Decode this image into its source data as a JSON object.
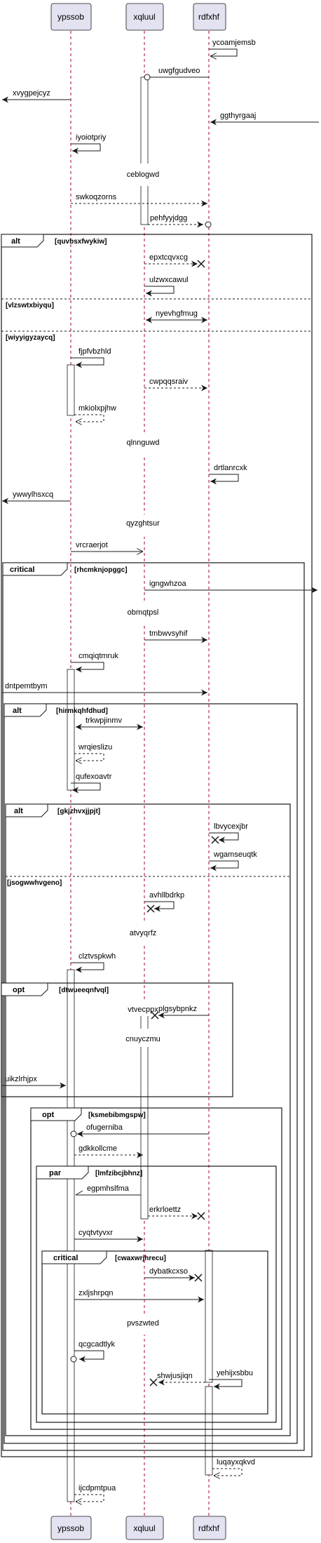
{
  "participants": [
    {
      "id": "ypssob",
      "label": "ypssob"
    },
    {
      "id": "xqluul",
      "label": "xqluul"
    },
    {
      "id": "rdfxhf",
      "label": "rdfxhf"
    }
  ],
  "colors": {
    "participant_fill": "#e2e2f0",
    "participant_border": "#181818",
    "lifeline": "#a80036"
  },
  "messages": [
    {
      "label": "ycoamjemsb",
      "from": "rdfxhf",
      "to": "rdfxhf",
      "kind": "self"
    },
    {
      "label": "uwgfgudveo",
      "from": "rdfxhf",
      "to": "xqluul",
      "kind": "solid",
      "end": "open-circle"
    },
    {
      "label": "xvygpejcyz",
      "from": "ypssob",
      "to": "left-edge",
      "kind": "solid"
    },
    {
      "label": "ggthyrgaaj",
      "from": "right-edge",
      "to": "rdfxhf",
      "kind": "solid"
    },
    {
      "label": "iyoiotpriy",
      "from": "ypssob",
      "to": "ypssob",
      "kind": "self"
    },
    {
      "label": "ceblogwd",
      "kind": "divider"
    },
    {
      "label": "swkoqzorns",
      "from": "ypssob",
      "to": "rdfxhf",
      "kind": "dashed"
    },
    {
      "label": "pehfyyjdgg",
      "from": "xqluul",
      "to": "rdfxhf",
      "kind": "dashed",
      "end": "open-circle"
    },
    {
      "label": "epxtcqvxcg",
      "from": "xqluul",
      "to": "rdfxhf",
      "kind": "dashed",
      "end": "lost"
    },
    {
      "label": "ulzwxcawul",
      "from": "xqluul",
      "to": "xqluul",
      "kind": "self"
    },
    {
      "label": "nyevhgfmug",
      "from": "xqluul",
      "to": "rdfxhf",
      "kind": "bidirectional"
    },
    {
      "label": "fjpfvbzhld",
      "from": "ypssob",
      "to": "ypssob",
      "kind": "self"
    },
    {
      "label": "cwpqqsraiv",
      "from": "xqluul",
      "to": "rdfxhf",
      "kind": "dashed"
    },
    {
      "label": "mkiolxpjhw",
      "from": "ypssob",
      "to": "ypssob",
      "kind": "self-dashed"
    },
    {
      "label": "qlnnguwd",
      "kind": "divider"
    },
    {
      "label": "drtlanrcxk",
      "from": "rdfxhf",
      "to": "rdfxhf",
      "kind": "self"
    },
    {
      "label": "ywwylhsxcq",
      "from": "ypssob",
      "to": "left-edge",
      "kind": "solid"
    },
    {
      "label": "qyzghtsur",
      "kind": "divider"
    },
    {
      "label": "vrcraerjot",
      "from": "ypssob",
      "to": "xqluul",
      "kind": "solid-open"
    },
    {
      "label": "igngwhzoa",
      "from": "xqluul",
      "to": "right-edge",
      "kind": "solid"
    },
    {
      "label": "obmqtpsl",
      "kind": "divider"
    },
    {
      "label": "tmbwvsyhif",
      "from": "xqluul",
      "to": "rdfxhf",
      "kind": "solid"
    },
    {
      "label": "cmqiqtmruk",
      "from": "ypssob",
      "to": "ypssob",
      "kind": "self"
    },
    {
      "label": "dntpemtbym",
      "from": "left-edge",
      "to": "rdfxhf",
      "kind": "solid"
    },
    {
      "label": "trkwpjinmv",
      "from": "ypssob",
      "to": "xqluul",
      "kind": "bidirectional"
    },
    {
      "label": "wrqieslizu",
      "from": "ypssob",
      "to": "ypssob",
      "kind": "self-dashed"
    },
    {
      "label": "qufexoavtr",
      "from": "ypssob",
      "to": "ypssob",
      "kind": "self"
    },
    {
      "label": "lbvycexjbr",
      "from": "rdfxhf",
      "to": "rdfxhf",
      "kind": "self-lost"
    },
    {
      "label": "wgamseuqtk",
      "from": "rdfxhf",
      "to": "rdfxhf",
      "kind": "self"
    },
    {
      "label": "avhllbdrkp",
      "from": "xqluul",
      "to": "xqluul",
      "kind": "self-lost"
    },
    {
      "label": "atvyqrfz",
      "kind": "divider"
    },
    {
      "label": "clztvspkwh",
      "from": "ypssob",
      "to": "ypssob",
      "kind": "self"
    },
    {
      "label": "vtvecppx",
      "kind": "divider"
    },
    {
      "label": "plgsybpnkz",
      "from": "rdfxhf",
      "to": "xqluul",
      "kind": "solid",
      "end": "lost"
    },
    {
      "label": "cnuyczmu",
      "kind": "divider"
    },
    {
      "label": "uikzlrhjpx",
      "from": "left-edge",
      "to": "ypssob",
      "kind": "solid"
    },
    {
      "label": "ofugerniba",
      "from": "rdfxhf",
      "to": "ypssob",
      "kind": "solid",
      "end": "open-circle"
    },
    {
      "label": "gdkkollcme",
      "from": "ypssob",
      "to": "xqluul",
      "kind": "dashed"
    },
    {
      "label": "egpmhslfma",
      "from": "xqluul",
      "to": "ypssob",
      "kind": "solid-half"
    },
    {
      "label": "erkrloettz",
      "from": "xqluul",
      "to": "rdfxhf",
      "kind": "dashed",
      "end": "lost"
    },
    {
      "label": "cyqtvtyvxr",
      "from": "ypssob",
      "to": "xqluul",
      "kind": "solid"
    },
    {
      "label": "dybatkcxso",
      "from": "xqluul",
      "to": "rdfxhf",
      "kind": "solid",
      "end": "lost"
    },
    {
      "label": "zxljshrpqn",
      "from": "ypssob",
      "to": "rdfxhf",
      "kind": "solid"
    },
    {
      "label": "pvszwted",
      "kind": "divider"
    },
    {
      "label": "qcgcadtlyk",
      "from": "ypssob",
      "to": "ypssob",
      "kind": "self",
      "end": "open-circle"
    },
    {
      "label": "shwjusjiqn",
      "from": "rdfxhf",
      "to": "xqluul",
      "kind": "dashed",
      "end": "lost"
    },
    {
      "label": "yehijxsbbu",
      "from": "rdfxhf",
      "to": "rdfxhf",
      "kind": "self"
    },
    {
      "label": "luqayxqkvd",
      "from": "rdfxhf",
      "to": "rdfxhf",
      "kind": "self-dashed"
    },
    {
      "label": "ijcdpmtpua",
      "from": "ypssob",
      "to": "ypssob",
      "kind": "self-dashed"
    }
  ],
  "fragments": [
    {
      "kind": "alt",
      "guard": "[quvbsxfwykiw]",
      "else_guards": [
        "[vlzswtxbiyqu]",
        "[wiyyigyzaycq]"
      ]
    },
    {
      "kind": "critical",
      "guard": "[rhcmknjopggc]"
    },
    {
      "kind": "alt",
      "guard": "[hirmkqhfdhud]"
    },
    {
      "kind": "alt",
      "guard": "[gkjzhvxjjpjt]",
      "else_guards": [
        "[jsogwwhvgeno]"
      ]
    },
    {
      "kind": "opt",
      "guard": "[dtwueeqnfvql]"
    },
    {
      "kind": "opt",
      "guard": "[ksmebibmgspw]"
    },
    {
      "kind": "par",
      "guard": "[lmfzibcjbhnz]"
    },
    {
      "kind": "critical",
      "guard": "[cwaxwrjhrecu]"
    }
  ]
}
